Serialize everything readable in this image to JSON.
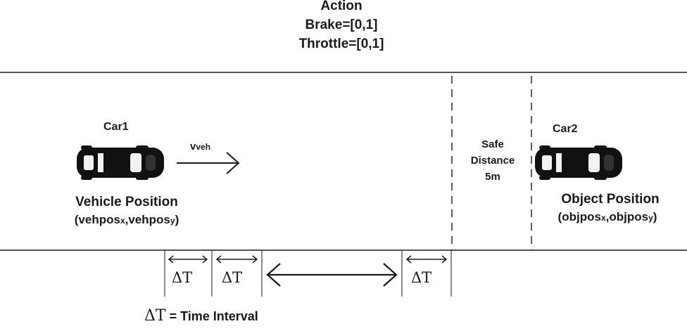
{
  "action": {
    "title": "Action",
    "brake": "Brake=[0,1]",
    "throttle": "Throttle=[0,1]"
  },
  "car1": {
    "name": "Car1",
    "velocity_symbol": "v",
    "velocity_subscript": "veh",
    "position_title": "Vehicle Position",
    "position_open": "(vehpos",
    "position_sub_x": "x",
    "position_sep": ",vehpos",
    "position_sub_y": "y",
    "position_close": ")"
  },
  "car2": {
    "name": "Car2",
    "position_title": "Object Position",
    "position_open": "(objpos",
    "position_sub_x": "x",
    "position_sep": ",objpos",
    "position_sub_y": "y",
    "position_close": ")"
  },
  "safe_distance": {
    "line1": "Safe",
    "line2": "Distance",
    "line3": "5m"
  },
  "intervals": {
    "symbol": "ΔT",
    "legend_text": "= Time Interval"
  },
  "colors": {
    "line": "#1a1a1a",
    "car_body": "#111111",
    "car_window": "#f2f2f2"
  },
  "icons": [
    "car-icon",
    "right-arrow-icon",
    "double-arrow-icon"
  ]
}
